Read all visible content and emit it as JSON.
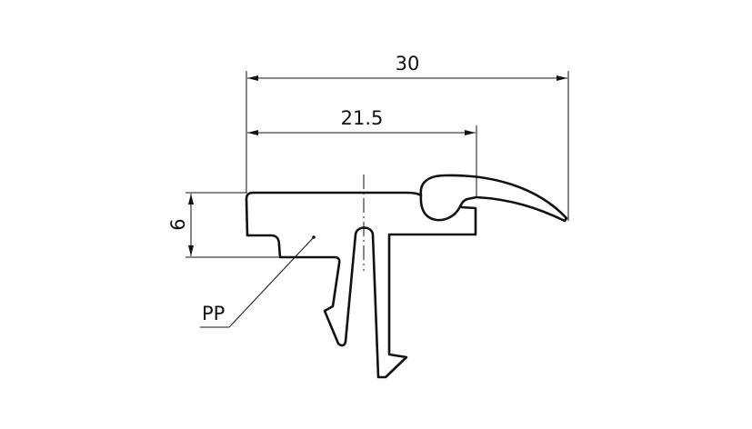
{
  "dimensions": {
    "overall_width": "30",
    "base_width": "21.5",
    "height": "6"
  },
  "material_label": "PP",
  "colors": {
    "line": "#111111",
    "background": "#ffffff"
  }
}
